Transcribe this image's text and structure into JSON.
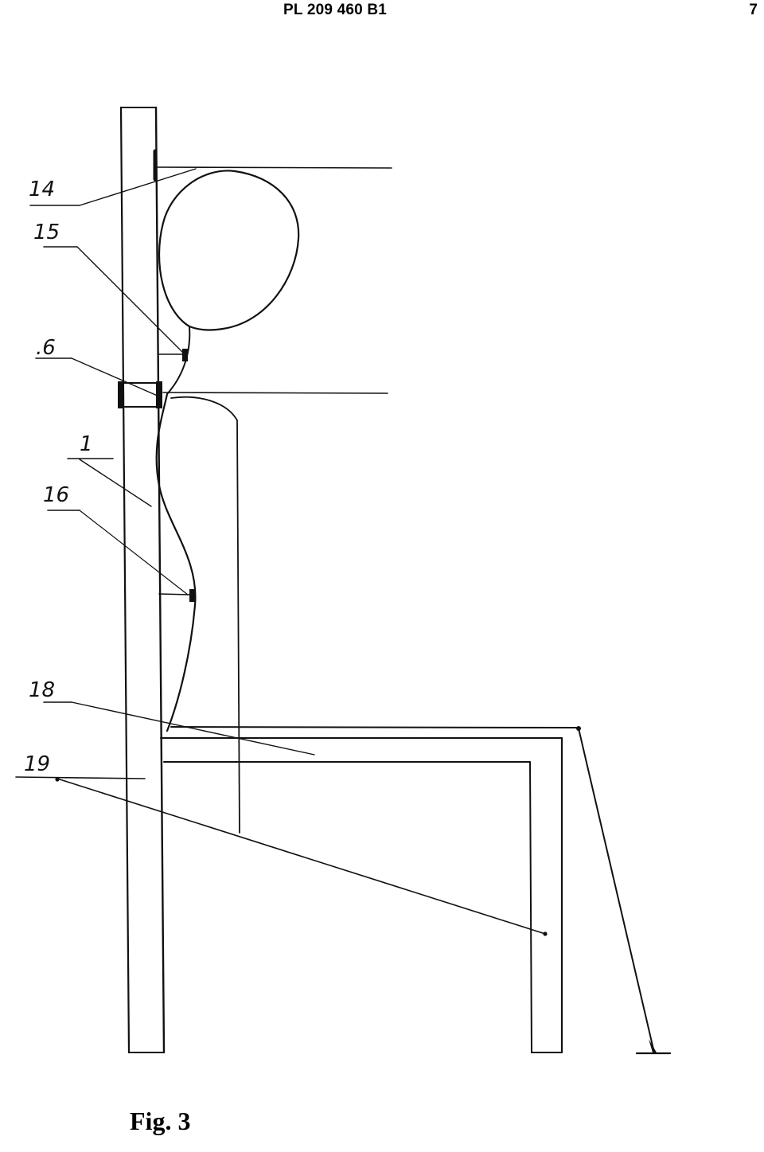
{
  "header": {
    "document_number": "PL 209 460 B1",
    "page_number": "7"
  },
  "figure": {
    "caption": "Fig. 3",
    "reference_labels": {
      "ref_14": "14",
      "ref_15": "15",
      "ref_6": ".6",
      "ref_1": "1",
      "ref_16": "16",
      "ref_18": "18",
      "ref_19": "19"
    }
  }
}
